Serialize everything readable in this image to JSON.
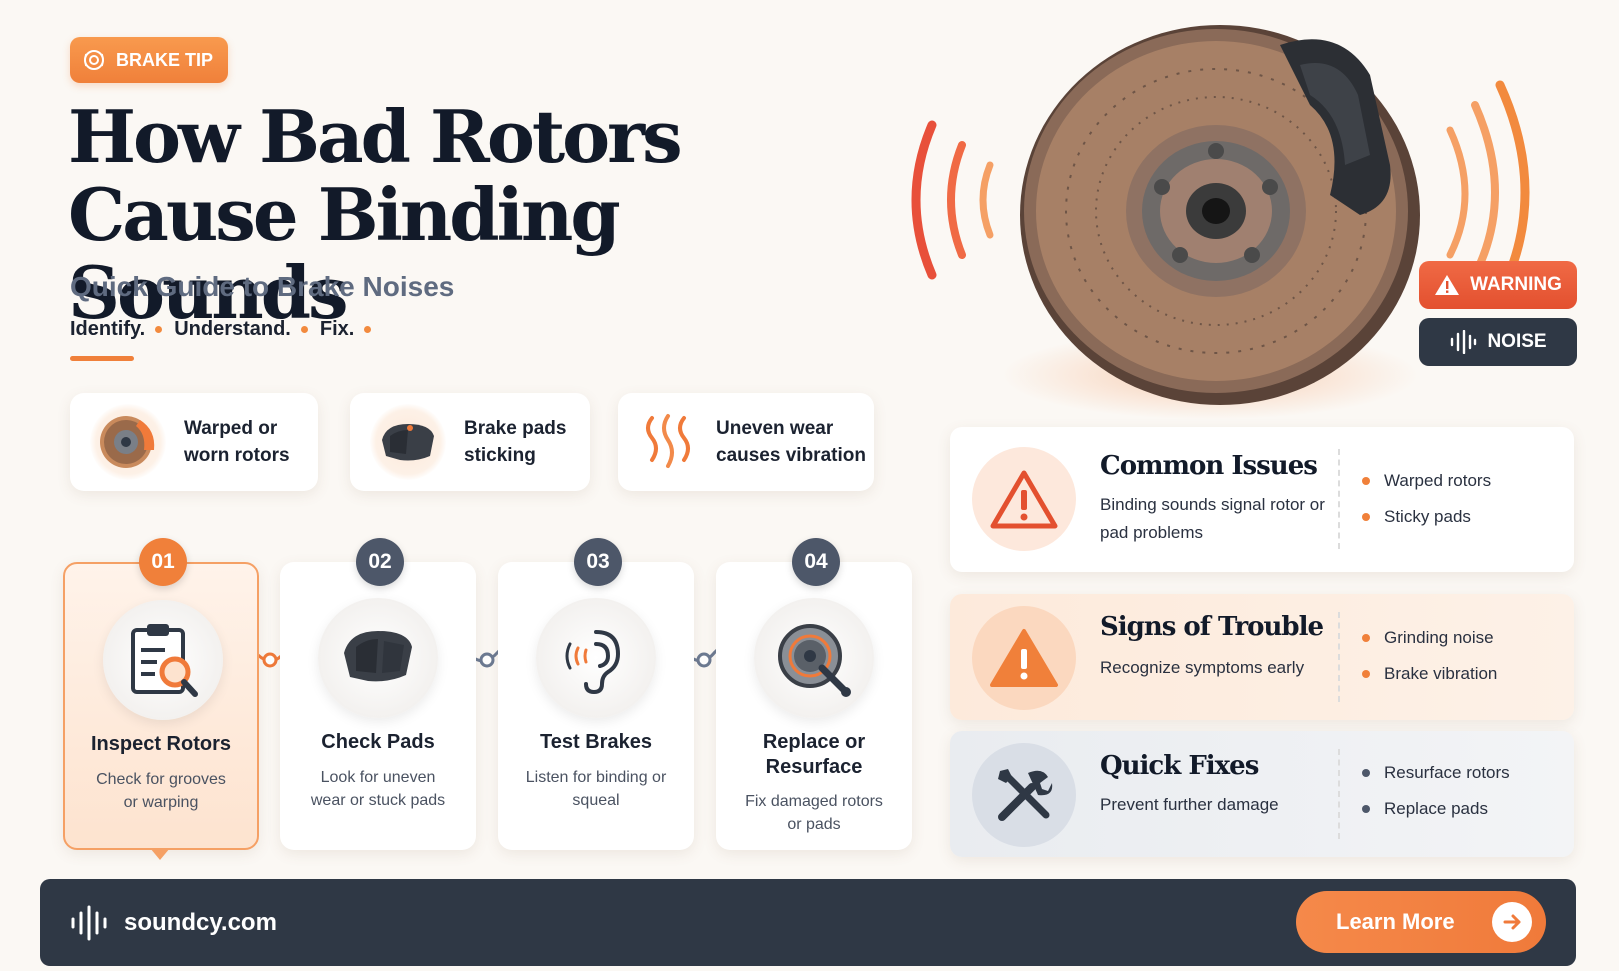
{
  "badge": {
    "label": "BRAKE TIP",
    "icon": "brake-disc-icon"
  },
  "header": {
    "title_line1": "How Bad Rotors",
    "title_line2": "Cause Binding Sounds",
    "subtitle": "Quick Guide to Brake Noises",
    "tagline": [
      "Identify.",
      "Understand.",
      "Fix."
    ]
  },
  "features": [
    {
      "text": "Warped or worn rotors",
      "icon": "rotor-icon"
    },
    {
      "text": "Brake pads sticking",
      "icon": "brake-pad-icon"
    },
    {
      "text": "Uneven wear causes vibration",
      "icon": "heat-waves-icon"
    }
  ],
  "steps": [
    {
      "num": "01",
      "title": "Inspect Rotors",
      "desc": "Check for grooves or warping",
      "icon": "clipboard-search-icon",
      "active": true
    },
    {
      "num": "02",
      "title": "Check Pads",
      "desc": "Look for uneven wear or stuck pads",
      "icon": "brake-pad-icon",
      "active": false
    },
    {
      "num": "03",
      "title": "Test Brakes",
      "desc": "Listen for binding or squeal",
      "icon": "ear-sound-icon",
      "active": false
    },
    {
      "num": "04",
      "title": "Replace or Resurface",
      "desc": "Fix damaged rotors or pads",
      "icon": "rotor-wrench-icon",
      "active": false
    }
  ],
  "alerts": {
    "warning": "WARNING",
    "noise": "NOISE"
  },
  "panels": [
    {
      "title": "Common Issues",
      "desc": "Binding sounds signal rotor or pad problems",
      "items": [
        "Warped rotors",
        "Sticky pads"
      ],
      "icon": "warning-outline-icon"
    },
    {
      "title": "Signs of Trouble",
      "desc": "Recognize symptoms early",
      "items": [
        "Grinding noise",
        "Brake vibration"
      ],
      "icon": "warning-filled-icon"
    },
    {
      "title": "Quick Fixes",
      "desc": "Prevent further damage",
      "items": [
        "Resurface rotors",
        "Replace pads"
      ],
      "icon": "tools-icon"
    }
  ],
  "footer": {
    "site": "soundcy.com",
    "cta": "Learn More",
    "logo_icon": "sound-wave-icon",
    "cta_icon": "arrow-right-icon"
  },
  "colors": {
    "accent": "#f0803a",
    "dark": "#2f3845",
    "warning": "#e3502f",
    "ink": "#121a29"
  }
}
